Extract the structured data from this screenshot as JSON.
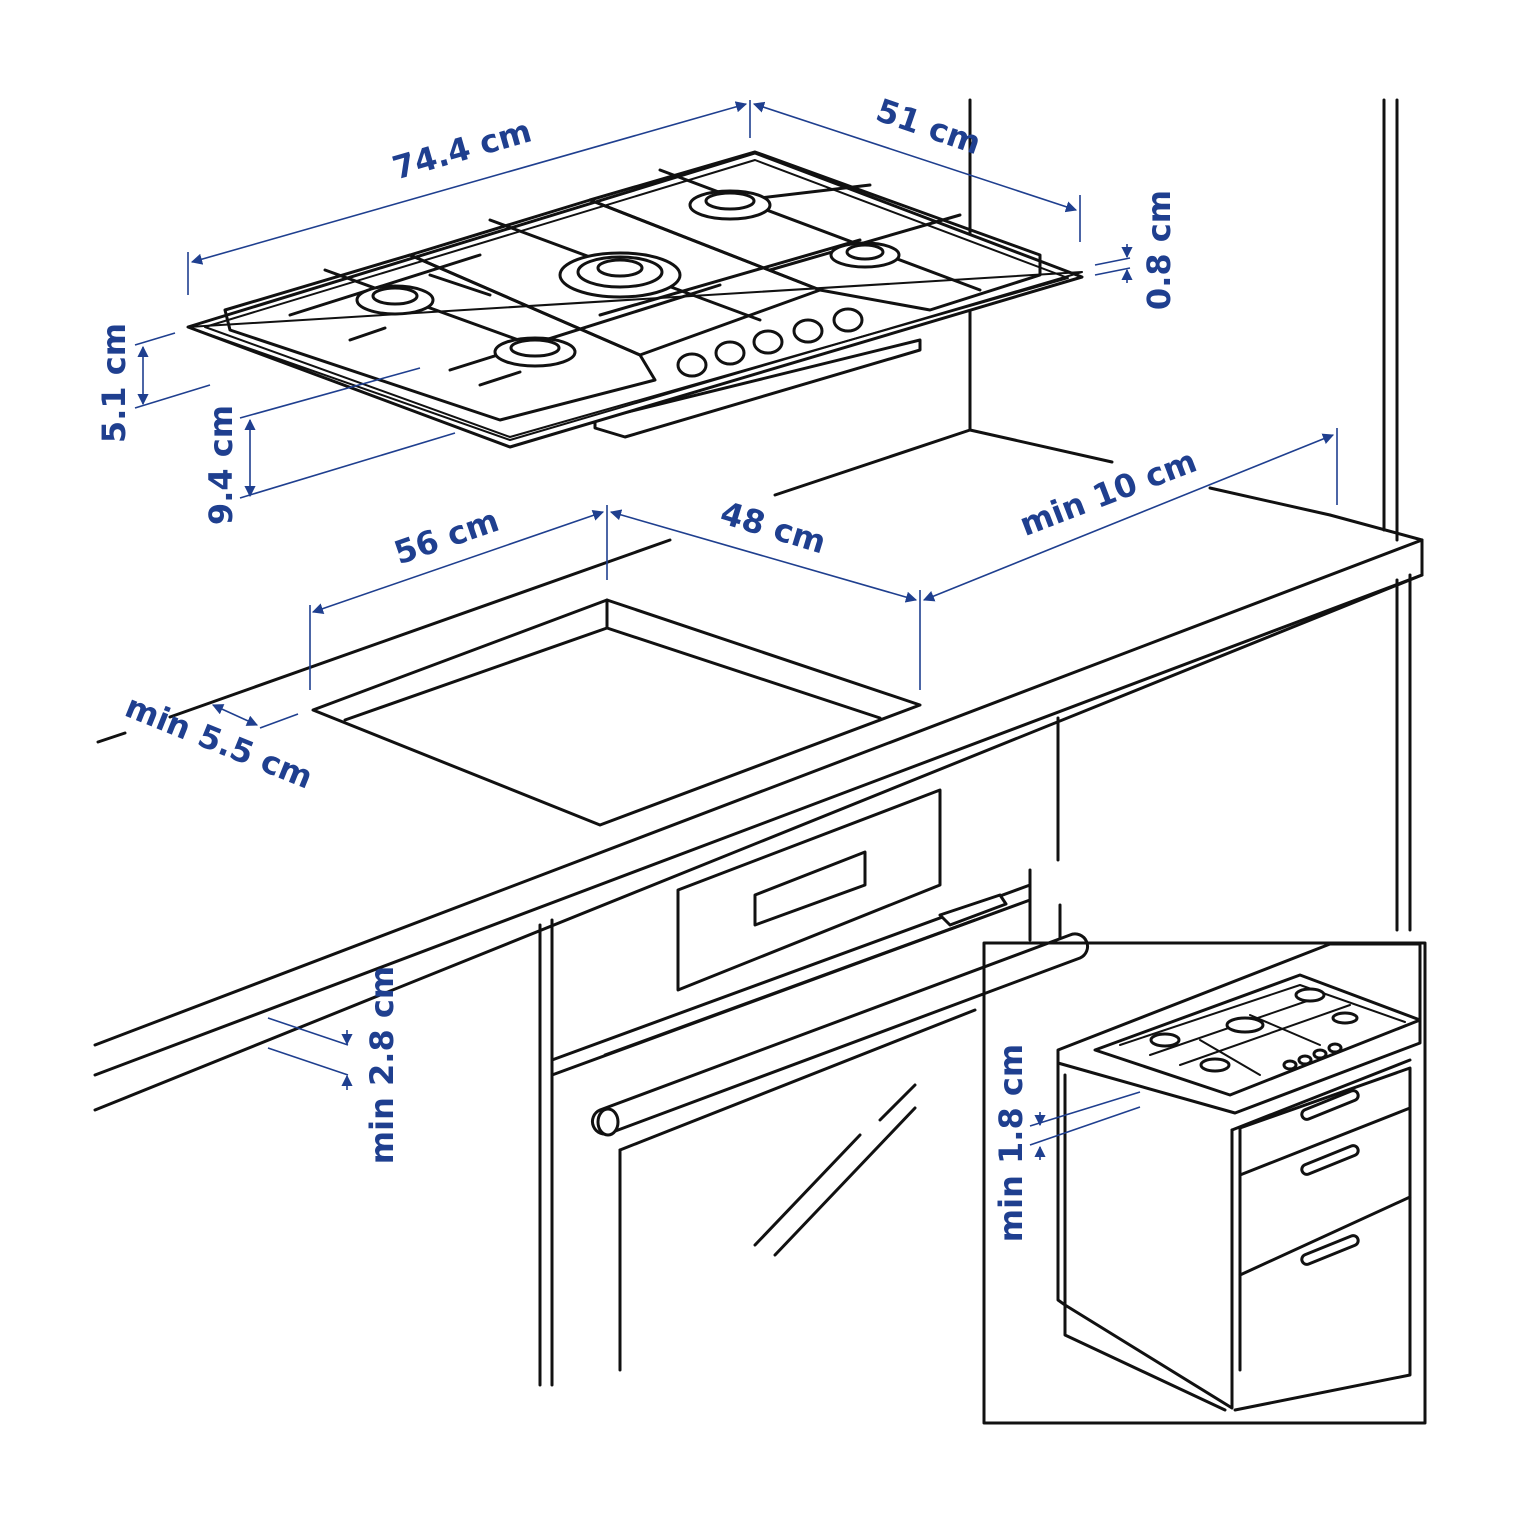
{
  "colors": {
    "dimension": "#1f3f8f",
    "line": "#111111",
    "background": "#ffffff"
  },
  "dimensions": {
    "hob_width": "74.4 cm",
    "hob_depth": "51 cm",
    "glass_thickness": "0.8 cm",
    "hob_height": "5.1 cm",
    "below_height": "9.4 cm",
    "cutout_width": "56 cm",
    "cutout_depth": "48 cm",
    "back_clearance": "min 10 cm",
    "front_clearance": "min 5.5 cm",
    "worktop_thickness": "min 2.8 cm",
    "inset_thickness": "min 1.8 cm"
  }
}
